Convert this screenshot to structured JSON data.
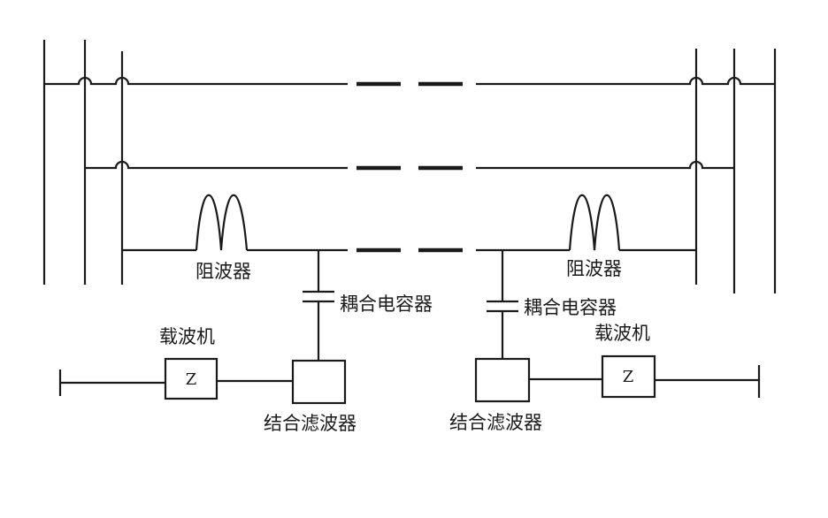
{
  "labels": {
    "wave_trap_left": "阻波器",
    "wave_trap_right": "阻波器",
    "coupling_cap_left": "耦合电容器",
    "coupling_cap_right": "耦合电容器",
    "carrier_left": "载波机",
    "carrier_right": "载波机",
    "filter_left": "结合滤波器",
    "filter_right": "结合滤波器",
    "z_left": "Z",
    "z_right": "Z"
  },
  "colors": {
    "line": "#1a1a1a",
    "background": "#ffffff"
  }
}
